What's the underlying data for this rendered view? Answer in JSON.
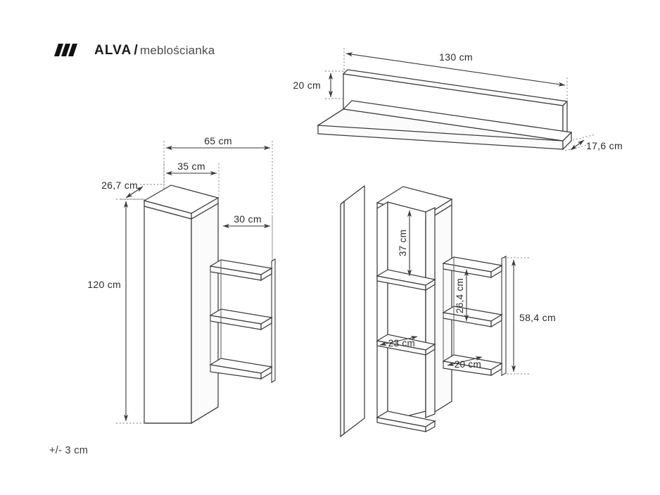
{
  "brand": {
    "logo_icon": "three-slanted-bars-logo",
    "name": "ALVA",
    "separator": "/",
    "subtitle": "meblościanka"
  },
  "notes": {
    "tolerance": "+/- 3 cm"
  },
  "diagrams": {
    "wall_shelf": {
      "name": "wall-shelf",
      "dimensions": {
        "width": "130 cm",
        "height": "20 cm",
        "depth": "17,6 cm"
      }
    },
    "cabinet_with_shelves": {
      "name": "cabinet-with-side-shelves",
      "dimensions": {
        "total_width": "65 cm",
        "cabinet_width": "35 cm",
        "shelf_width": "30 cm",
        "depth": "26,7 cm",
        "height": "120 cm"
      }
    },
    "cabinet_open": {
      "name": "cabinet-open-door-interior",
      "dimensions": {
        "compartment_height": "37 cm",
        "shelf_spacing": "26,4 cm",
        "shelf_section_height": "58,4 cm",
        "interior_depth": "23 cm",
        "shelf_depth": "20 cm"
      }
    }
  }
}
